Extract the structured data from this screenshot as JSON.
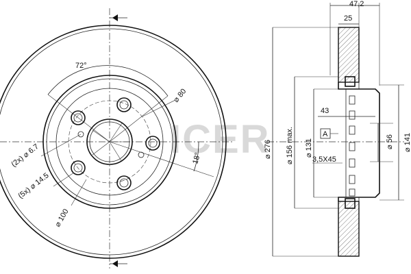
{
  "watermark": "ICER",
  "front_view": {
    "angle_label": "72°",
    "d80_label": "⌀ 80",
    "holes_2x_label": "(2x) ⌀ 6.7",
    "holes_5x_label": "(5x) ⌀ 14.5",
    "pcd_label": "⌀ 100",
    "angle18_label": "18°"
  },
  "side_view": {
    "top_width_label": "47,2",
    "width25_label": "25",
    "d276_label": "⌀ 276",
    "d156_label": "⌀ 156 max.",
    "d131_label": "⌀ 131",
    "dim43_label": "43",
    "datum_label": "A",
    "d141_label": "⌀ 141",
    "d56_label": "⌀ 56",
    "chamfer_label": "3,5X45"
  },
  "colors": {
    "line": "#111111",
    "watermark": "#d9d9d9",
    "hatch": "#444444"
  }
}
